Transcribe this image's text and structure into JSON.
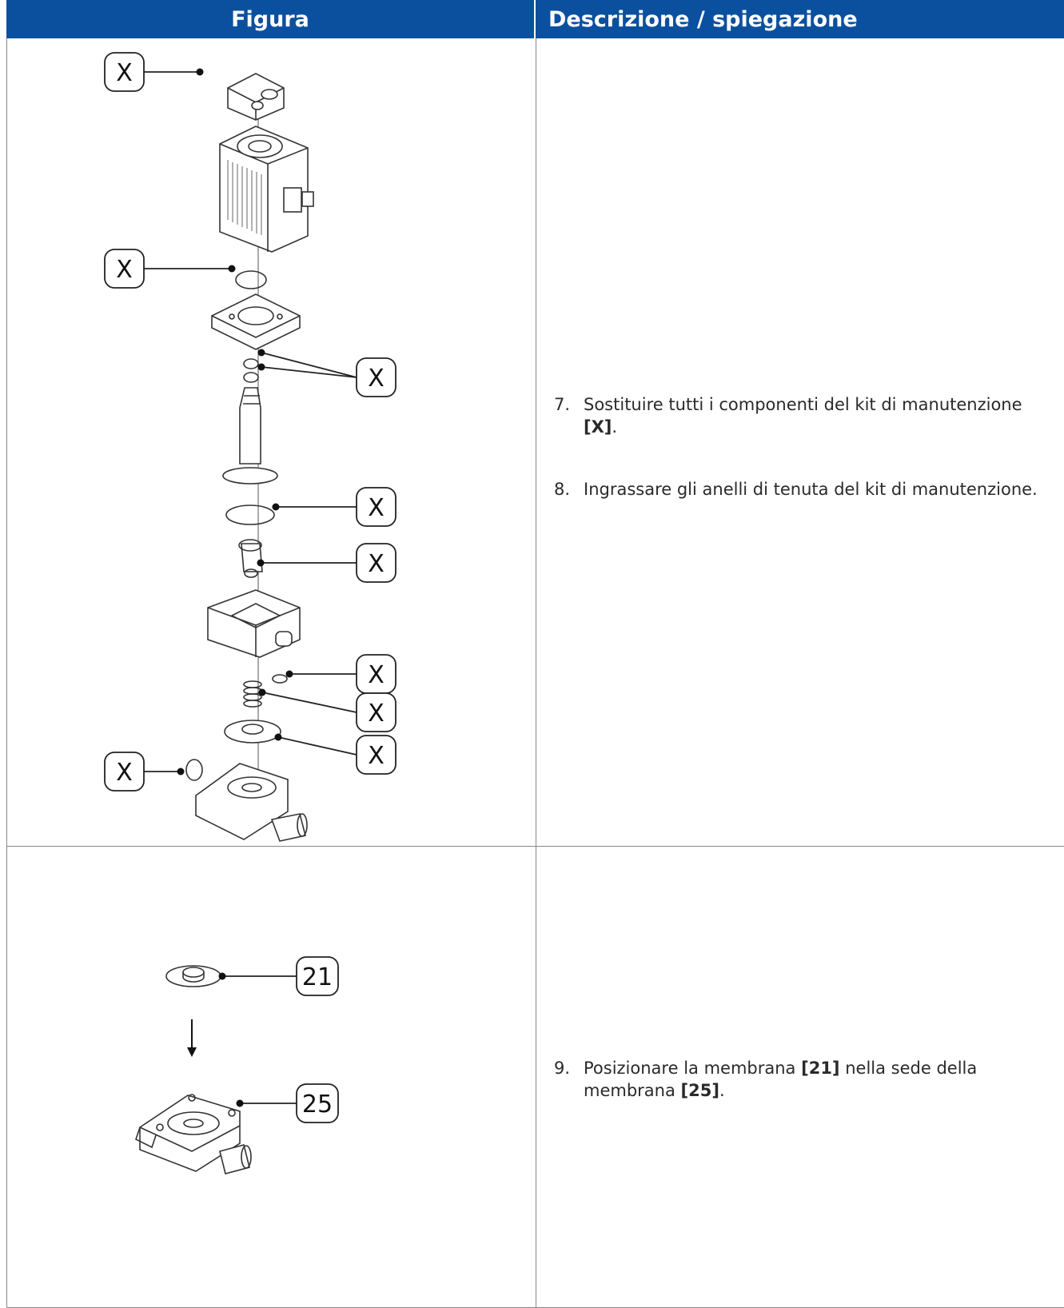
{
  "header": {
    "col_figure": "Figura",
    "col_description": "Descrizione / spiegazione"
  },
  "rows": [
    {
      "callout_label": "X",
      "steps": [
        {
          "num": "7.",
          "text": "Sostituire tutti i componenti del kit di manutenzione",
          "bold": "[X]",
          "tail": "."
        },
        {
          "num": "8.",
          "text": "Ingrassare gli anelli di tenuta del kit di manutenzione."
        }
      ]
    },
    {
      "callouts": [
        "21",
        "25"
      ],
      "steps": [
        {
          "num": "9.",
          "text": "Posizionare la membrana",
          "bold1": "[21]",
          "mid": "nella sede della membrana",
          "bold2": "[25]",
          "tail": "."
        }
      ]
    }
  ],
  "colors": {
    "header_bg": "#0a509f",
    "header_text": "#ffffff",
    "grid": "#888888"
  }
}
